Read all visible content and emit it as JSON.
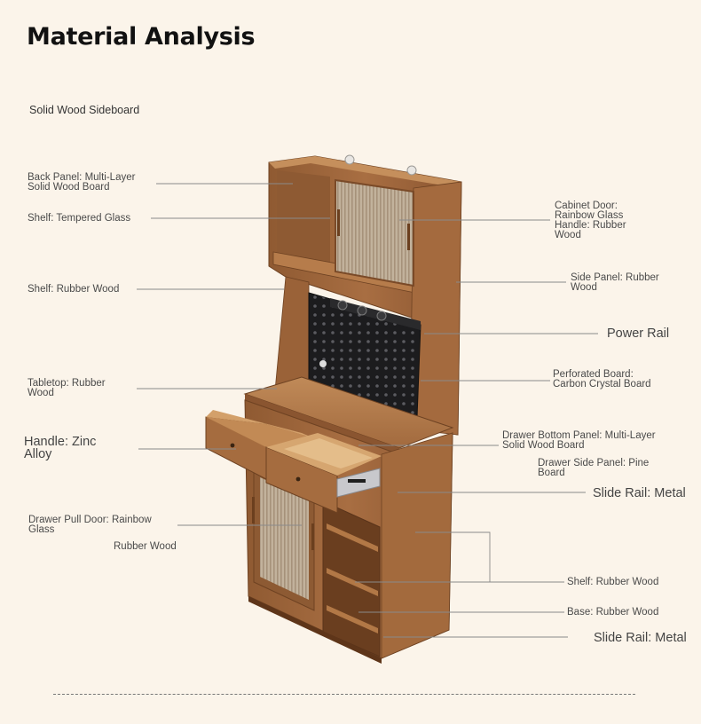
{
  "header": {
    "title": "Material Analysis",
    "subtitle": "Solid Wood Sideboard"
  },
  "labels": {
    "back_panel": "Back Panel: Multi-Layer\nSolid Wood Board",
    "shelf_tempered_glass": "Shelf: Tempered Glass",
    "shelf_rubber_wood_top": "Shelf: Rubber Wood",
    "tabletop": "Tabletop: Rubber\nWood",
    "handle": "Handle: Zinc\nAlloy",
    "drawer_pull_door": "Drawer Pull Door: Rainbow\nGlass",
    "rubber_wood": "Rubber Wood",
    "cabinet_door": "Cabinet Door:\nRainbow Glass\nHandle: Rubber\nWood",
    "side_panel": "Side Panel: Rubber\nWood",
    "power_rail": "Power Rail",
    "perforated_board": "Perforated Board:\nCarbon Crystal Board",
    "drawer_bottom_panel": "Drawer Bottom Panel: Multi-Layer\nSolid Wood Board",
    "drawer_side_panel": "Drawer Side Panel: Pine\nBoard",
    "slide_rail_top": "Slide Rail: Metal",
    "shelf_rubber_wood_bottom": "Shelf: Rubber Wood",
    "base": "Base: Rubber Wood",
    "slide_rail_bottom": "Slide Rail: Metal"
  },
  "colors": {
    "background": "#fbf4ea",
    "wood": "#a46a3e",
    "wood_dark": "#7a4a28",
    "board": "#1d1d1f",
    "glass": "#b7a48c",
    "leader_line": "#8a8a8a"
  },
  "icons": {
    "product": "cabinet-illustration"
  }
}
